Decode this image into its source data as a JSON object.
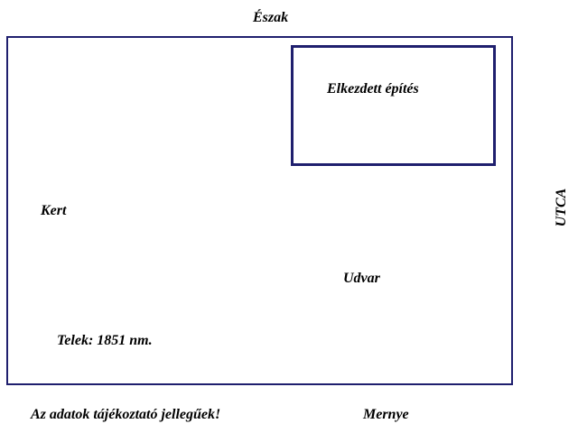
{
  "compass": {
    "north": "Észak"
  },
  "plot": {
    "building_label": "Elkezdett építés",
    "garden_label": "Kert",
    "yard_label": "Udvar",
    "area_label": "Telek: 1851 nm.",
    "street_label": "UTCA"
  },
  "footer": {
    "disclaimer": "Az adatok tájékoztató jellegűek!",
    "town": "Mernye"
  },
  "colors": {
    "outline": "#1f1f6e",
    "text": "#000000",
    "background": "#ffffff"
  }
}
